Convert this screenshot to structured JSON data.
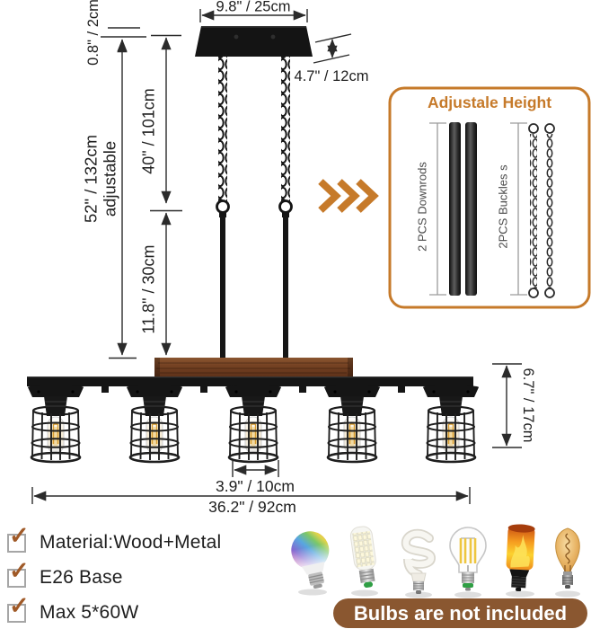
{
  "colors": {
    "accent_orange": "#C67A2A",
    "adjustable_red": "#E32119",
    "pill_brown": "#8A5730",
    "wood_brown": "#7A4423",
    "line_dark": "#2B2B2B"
  },
  "diagram": {
    "dim_canopy_width": "9.8\" / 25cm",
    "dim_canopy_thickness": "0.8\" / 2cm",
    "dim_canopy_depth": "4.7\" / 12cm",
    "dim_chain_drop": "40\" / 101cm",
    "dim_total_drop": "52\" / 132cm",
    "dim_total_drop_note": "adjustable",
    "dim_rod_drop": "11.8\" / 30cm",
    "dim_shade_height": "6.7\" / 17cm",
    "dim_shade_width": "3.9\" / 10cm",
    "dim_fixture_width": "36.2\" / 92cm"
  },
  "inset": {
    "title": "Adjustale Height",
    "left_label": "2 PCS Downrods",
    "right_label": "2PCS Buckles s"
  },
  "features": {
    "items": [
      "Material:Wood+Metal",
      "E26 Base",
      "Max 5*60W"
    ]
  },
  "bulbs": {
    "note": "Bulbs are not included",
    "types": [
      "smart-rgb-bulb",
      "corn-led-bulb",
      "spiral-cfl-bulb",
      "filament-led-bulb",
      "flame-effect-bulb",
      "edison-amber-bulb"
    ]
  }
}
